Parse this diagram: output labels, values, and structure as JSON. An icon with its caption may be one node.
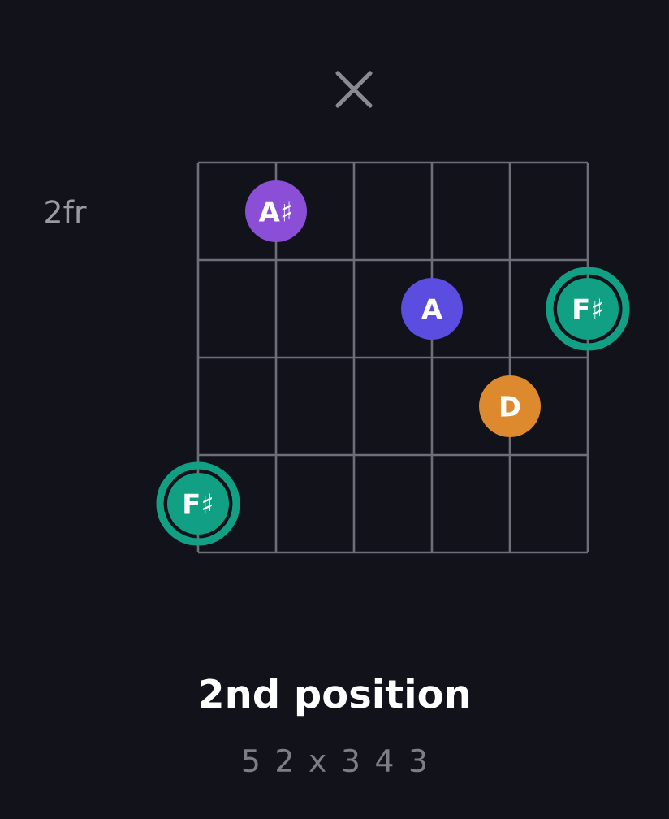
{
  "diagram": {
    "nodes": [
      {
        "text": [
          "A♯"
        ]
      },
      {
        "text": [
          "A"
        ]
      },
      {
        "text": [
          "F♯"
        ]
      },
      {
        "text": [
          "D"
        ]
      },
      {
        "text": [
          "F♯"
        ]
      }
    ],
    "edges": [],
    "labels": [
      "2fr",
      "2nd position",
      "5 2 x 3 4 3"
    ]
  }
}
